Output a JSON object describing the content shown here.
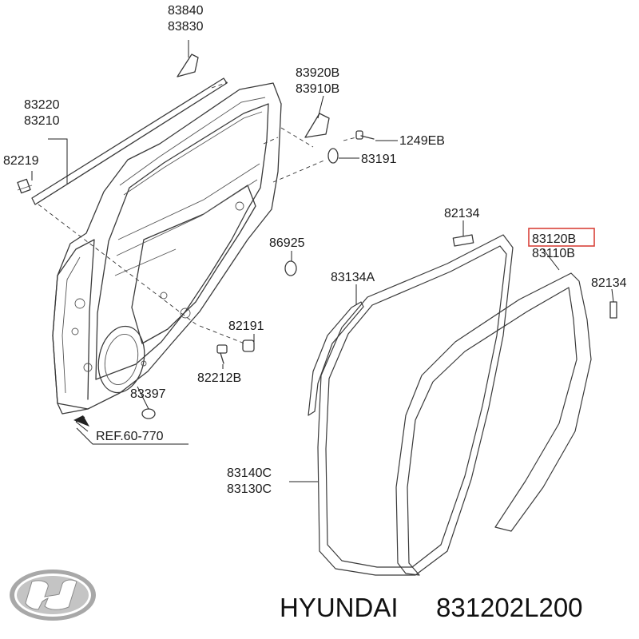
{
  "labels": {
    "p83840": "83840",
    "p83830": "83830",
    "p83920B": "83920B",
    "p83910B": "83910B",
    "p83220": "83220",
    "p83210": "83210",
    "p1249EB": "1249EB",
    "p82219": "82219",
    "p83191": "83191",
    "p82134_top": "82134",
    "p83120B": "83120B",
    "p83110B": "83110B",
    "p86925": "86925",
    "p83134A": "83134A",
    "p82134_right": "82134",
    "p82191": "82191",
    "p82212B": "82212B",
    "p83397": "83397",
    "ref": "REF.60-770",
    "p83140C": "83140C",
    "p83130C": "83130C"
  },
  "caption": {
    "brand": "HYUNDAI",
    "part_number": "831202L200"
  },
  "highlight": {
    "color": "#d9423a",
    "part": "83120B"
  },
  "logo": {
    "icon": "hyundai-logo-icon",
    "color": "#9a9a9a"
  }
}
